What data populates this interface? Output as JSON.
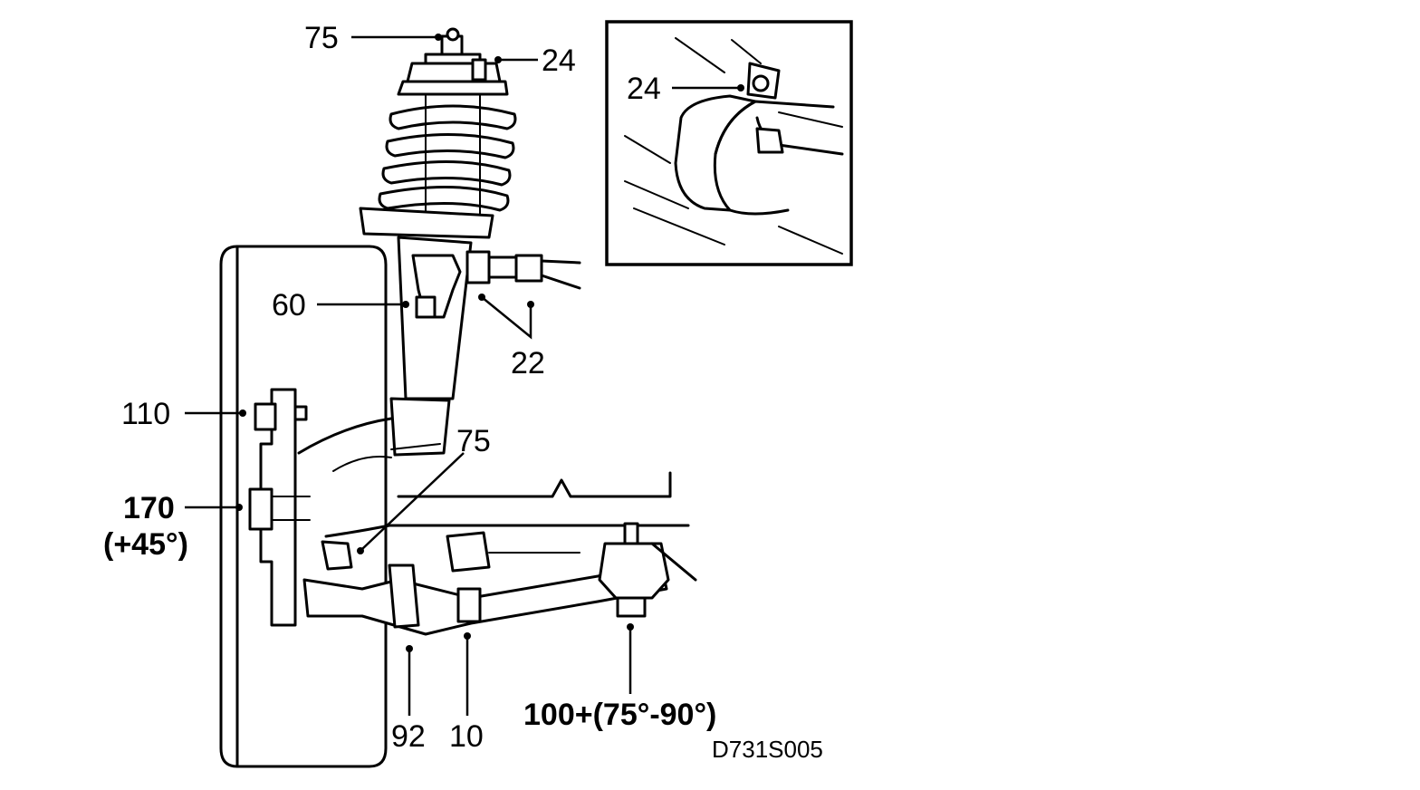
{
  "callouts": {
    "top_nut": "75",
    "top_mount": "24",
    "inset_bolt": "24",
    "strut_clamp": "60",
    "stabilizer_link": "22",
    "hub_bolt": "110",
    "hub_nut": "170",
    "hub_nut_angle": "(+45°)",
    "ball_joint": "75",
    "arm_bolt_front": "92",
    "arm_bolt_middle": "10",
    "arm_bolt_rear": "100+(75°-90°)"
  },
  "figure_code": "D731S005"
}
